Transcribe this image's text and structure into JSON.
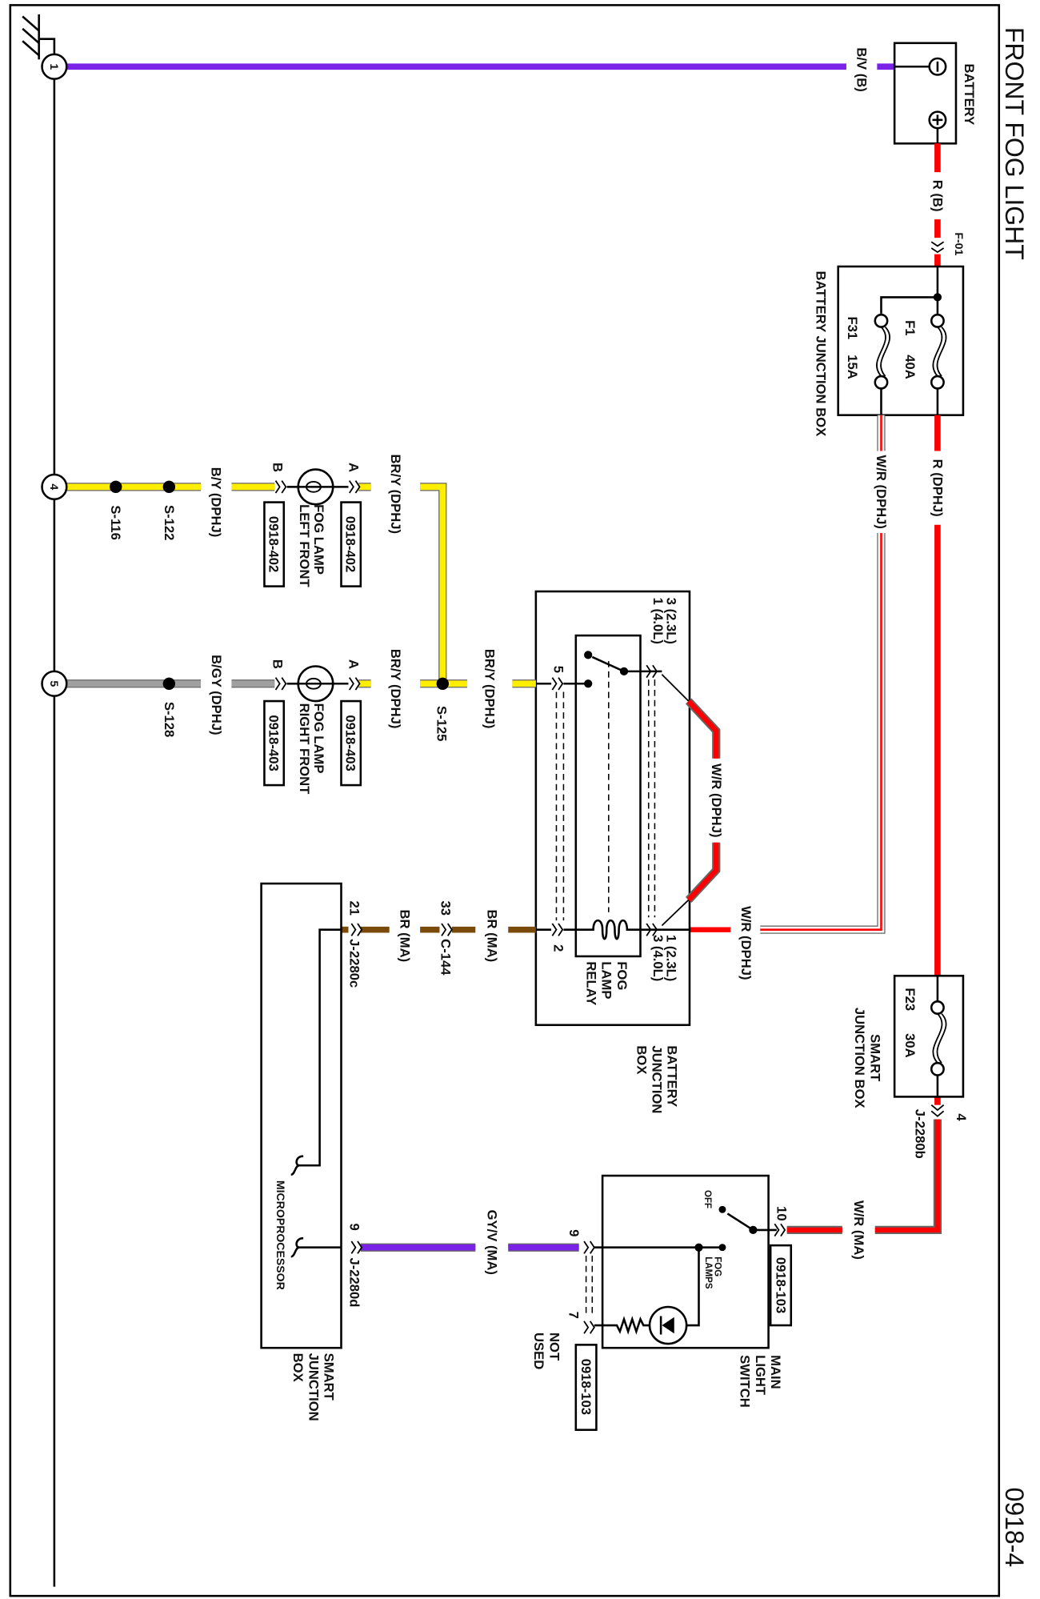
{
  "title": "FRONT FOG LIGHT",
  "page_number": "0918-4",
  "colors": {
    "purple": "#7a22e8",
    "red": "#ff0000",
    "yellow": "#ffee00",
    "gray": "#a0a0a0",
    "brown": "#7a4a0a",
    "white": "#ffffff"
  },
  "ground": {
    "nodes": [
      "1",
      "4",
      "5"
    ]
  },
  "battery": {
    "label": "BATTERY",
    "wire_label": "B/V (B)",
    "pos_wire_label": "R (B)",
    "connector": "F-01"
  },
  "battery_junction_box": {
    "label": "BATTERY JUNCTION BOX",
    "fuses": [
      {
        "id": "F1",
        "rating": "40A"
      },
      {
        "id": "F31",
        "rating": "15A"
      }
    ],
    "out_wires": [
      "R (DPHJ)",
      "W/R (DPHJ)"
    ]
  },
  "relay": {
    "label_lines": [
      "FOG",
      "LAMP",
      "RELAY"
    ],
    "box_label_lines": [
      "BATTERY",
      "JUNCTION",
      "BOX"
    ],
    "pins_top": [
      "3 (2.3L)",
      "1 (4.0L)"
    ],
    "pins_bottom": [
      "1 (2.3L)",
      "3 (4.0L)"
    ],
    "pin_5": "5",
    "pin_2": "2",
    "wire_in_label": "W/R (DPHJ)",
    "wire_jog_label": "W/R (DPHJ)",
    "out_wire_label": "BR/Y (DPHJ)"
  },
  "splices": {
    "s125": "S-125",
    "s122": "S-122",
    "s116": "S-116",
    "s128": "S-128"
  },
  "fog_lamp_left": {
    "lines": [
      "FOG LAMP",
      "LEFT FRONT"
    ],
    "pin_a": "A",
    "pin_b": "B",
    "connector": "0918-402",
    "feed_wire": "BR/Y (DPHJ)",
    "ground_wire": "B/Y (DPHJ)"
  },
  "fog_lamp_right": {
    "lines": [
      "FOG LAMP",
      "RIGHT FRONT"
    ],
    "pin_a": "A",
    "pin_b": "B",
    "connector": "0918-403",
    "feed_wire": "BR/Y (DPHJ)",
    "ground_wire": "B/GY (DPHJ)"
  },
  "relay_control": {
    "wire1": "BR (MA)",
    "wire2": "BR (MA)",
    "c144_pin": "33",
    "c144": "C-144",
    "j2280c_pin": "21",
    "j2280c": "J-2280c"
  },
  "smart_junction_box_lower": {
    "label_lines": [
      "SMART",
      "JUNCTION",
      "BOX"
    ],
    "microprocessor": "MICROPROCESSOR",
    "j2280d_pin": "9",
    "j2280d": "J-2280d",
    "wire": "GY/V (MA)"
  },
  "main_light_switch": {
    "label_lines": [
      "MAIN",
      "LIGHT",
      "SWITCH"
    ],
    "pin_10": "10",
    "pin_9": "9",
    "pin_7": "7",
    "connector": "0918-103",
    "connector_lower": "0918-103",
    "off": "OFF",
    "fog_lamps_lines": [
      "FOG",
      "LAMPS"
    ],
    "not_used_lines": [
      "NOT",
      "USED"
    ],
    "in_wire": "W/R (MA)"
  },
  "smart_junction_box_upper": {
    "label_lines": [
      "SMART",
      "JUNCTION BOX"
    ],
    "fuse": "F23",
    "rating": "30A",
    "pin": "4",
    "connector": "J-2280b"
  }
}
